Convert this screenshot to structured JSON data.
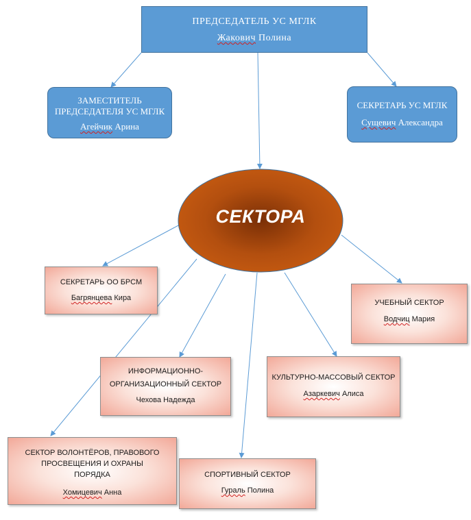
{
  "chairman": {
    "title": "ПРЕДСЕДАТЕЛЬ УС МГЛК",
    "surname": "Жакович",
    "firstname": "Полина"
  },
  "deputy": {
    "title_line1": "ЗАМЕСТИТЕЛЬ",
    "title_line2": "ПРЕДСЕДАТЕЛЯ УС МГЛК",
    "surname": "Агейчик",
    "firstname": "Арина"
  },
  "secretary": {
    "title": "СЕКРЕТАРЬ УС МГЛК",
    "surname": "Сущевич",
    "firstname": "Александра"
  },
  "center": {
    "label": "СЕКТОРА"
  },
  "sectors": {
    "brsm": {
      "title": "СЕКРЕТАРЬ ОО БРСМ",
      "surname": "Багрянцева",
      "firstname": "Кира"
    },
    "study": {
      "title": "УЧЕБНЫЙ СЕКТОР",
      "surname": "Водчиц",
      "firstname": "Мария"
    },
    "info": {
      "title_line1": "ИНФОРМАЦИОННО-",
      "title_line2": "ОРГАНИЗАЦИОННЫЙ СЕКТОР",
      "name": "Чехова Надежда"
    },
    "culture": {
      "title": "КУЛЬТУРНО-МАССОВЫЙ СЕКТОР",
      "surname": "Азаркевич",
      "firstname": "Алиса"
    },
    "volunteer": {
      "title_line1": "СЕКТОР ВОЛОНТЁРОВ, ПРАВОВОГО",
      "title_line2": "ПРОСВЕЩЕНИЯ И ОХРАНЫ",
      "title_line3": "ПОРЯДКА",
      "surname": "Хомицевич",
      "firstname": "Анна"
    },
    "sport": {
      "title": "СПОРТИВНЫЙ СЕКТОР",
      "surname": "Гураль",
      "firstname": "Полина"
    }
  },
  "colors": {
    "header_fill": "#5b9bd5",
    "header_border": "#41719c",
    "center_fill": "#c55a11",
    "center_dark": "#8a3a08",
    "arrow": "#5b9bd5"
  }
}
